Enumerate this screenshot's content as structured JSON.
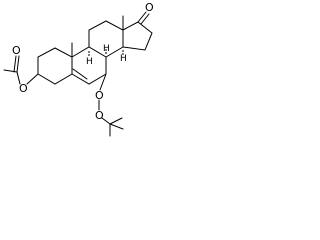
{
  "molecule": {
    "atom_labels": {
      "ketone_oxygen": "O",
      "acetate_carbonyl_oxygen": "O",
      "acetate_ester_oxygen": "O",
      "peroxide_oxygen_1": "O",
      "peroxide_oxygen_2": "O"
    },
    "stereo_hydrogens": {
      "h8": "H",
      "h9": "H",
      "h14": "H"
    }
  },
  "colors": {
    "bond": "#000000",
    "label": "#000000",
    "background": "#ffffff"
  }
}
